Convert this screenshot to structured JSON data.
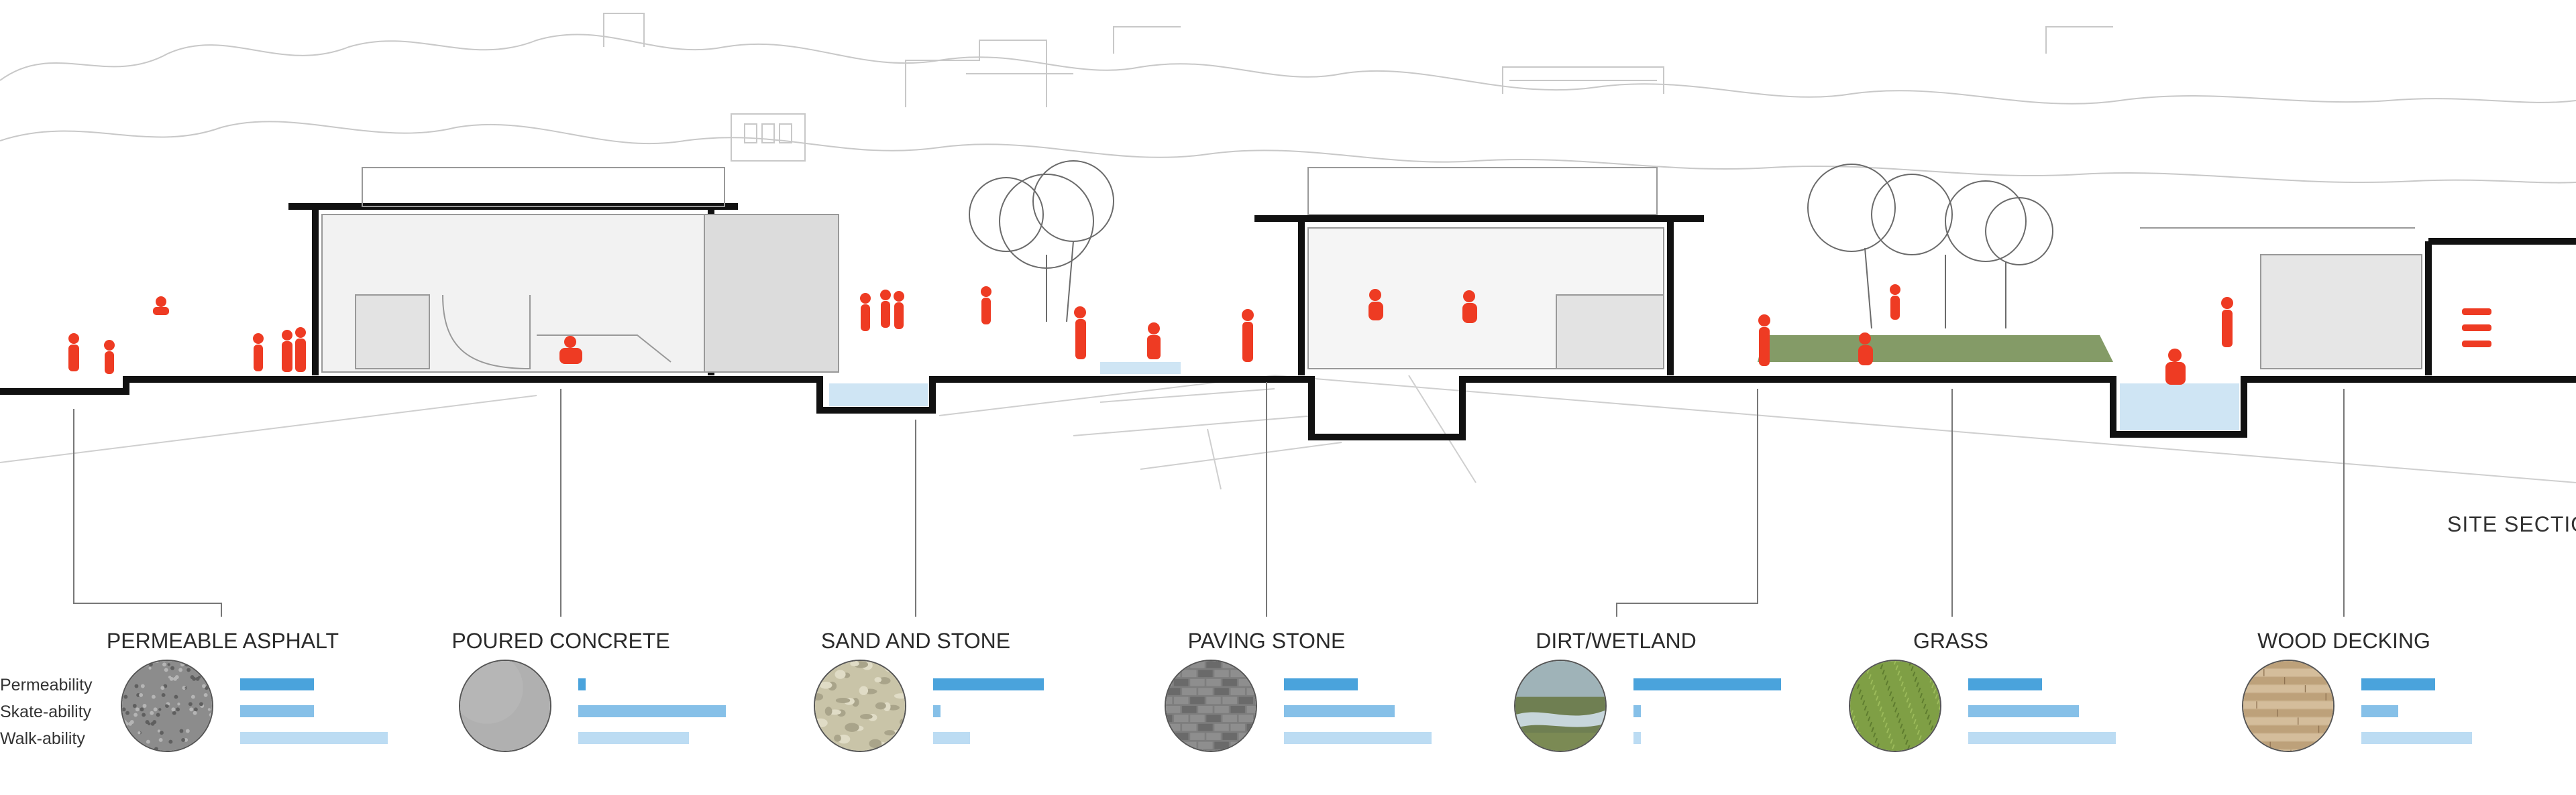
{
  "diagram": {
    "site_title": "SITE SECTION",
    "rating_labels": [
      "Permeability",
      "Skate-ability",
      "Walk-ability"
    ]
  },
  "colors": {
    "permeability": "#4aa3dc",
    "skateability": "#86c0e8",
    "walkability": "#bcdcf3",
    "people": "#ee3b23",
    "structure": "#111111",
    "water": "#cfe5f4",
    "grass": "#6f8a4c"
  },
  "chart_data": {
    "type": "bar",
    "orientation": "horizontal",
    "categories": [
      "PERMEABLE ASPHALT",
      "POURED CONCRETE",
      "SAND AND STONE",
      "PAVING STONE",
      "DIRT/WETLAND",
      "GRASS",
      "WOOD DECKING"
    ],
    "series": [
      {
        "name": "Permeability",
        "values": [
          0.5,
          0.05,
          0.75,
          0.5,
          1.0,
          0.5,
          0.5
        ]
      },
      {
        "name": "Skate-ability",
        "values": [
          0.5,
          1.0,
          0.05,
          0.75,
          0.05,
          0.75,
          0.25
        ]
      },
      {
        "name": "Walk-ability",
        "values": [
          1.0,
          0.75,
          0.25,
          1.0,
          0.05,
          1.0,
          0.75
        ]
      }
    ],
    "xlim": [
      0,
      1
    ],
    "axis_labels": "none",
    "grid": false,
    "legend": "left row labels",
    "swatches": [
      "asphalt-gravel-texture",
      "smooth-concrete-texture",
      "sand-stone-texture",
      "paving-stone-texture",
      "wetland-photo-texture",
      "grass-texture",
      "wood-plank-texture"
    ]
  }
}
